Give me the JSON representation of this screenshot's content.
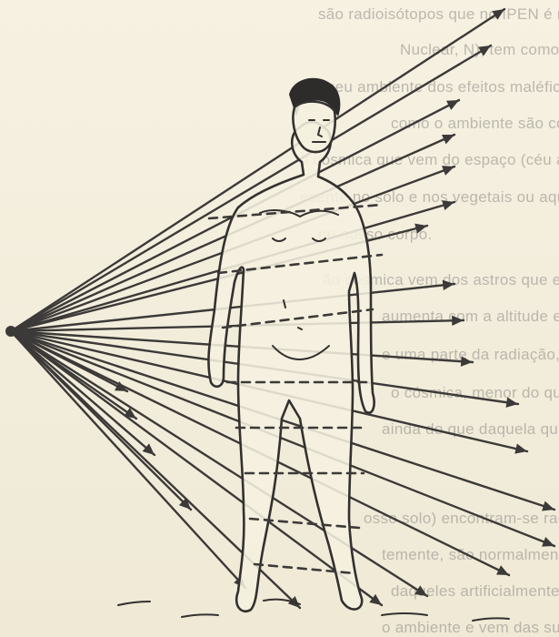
{
  "page": {
    "background_color": "#f3eedc",
    "ink_color": "#3c3a38",
    "bleed_through_text": [
      "são radioisótopos que no IPEN é representada pela",
      "Nuclear, N), tem como seu principal objetivo",
      "o seu ambiente dos efeitos maléficos da radiação",
      "como o ambiente são constantemente irradiados",
      "o cósmica que vem do espaço (céu aberto), co",
      "esente no solo e nos vegetais ou aquela que s",
      "no nosso corpo.",
      "ão cósmica vem dos astros que existem no universo",
      "aumenta com a altitude em relação ao nível do",
      "e uma parte da radiação, porém no alto das m",
      "o cósmica, menor do que se imagina nas",
      "ainda do que daquela que recebemos muito",
      "osso solo) encontram-se radioativos qu",
      "temente, são normalmente naturalmente radioa",
      "daqueles artificialmente produzidos pelo homem",
      "o ambiente e vem das substâncias que se"
    ]
  },
  "illustration": {
    "subject": "human figure irradiated by rays from a point source",
    "icon": "radiation-source-rays"
  }
}
